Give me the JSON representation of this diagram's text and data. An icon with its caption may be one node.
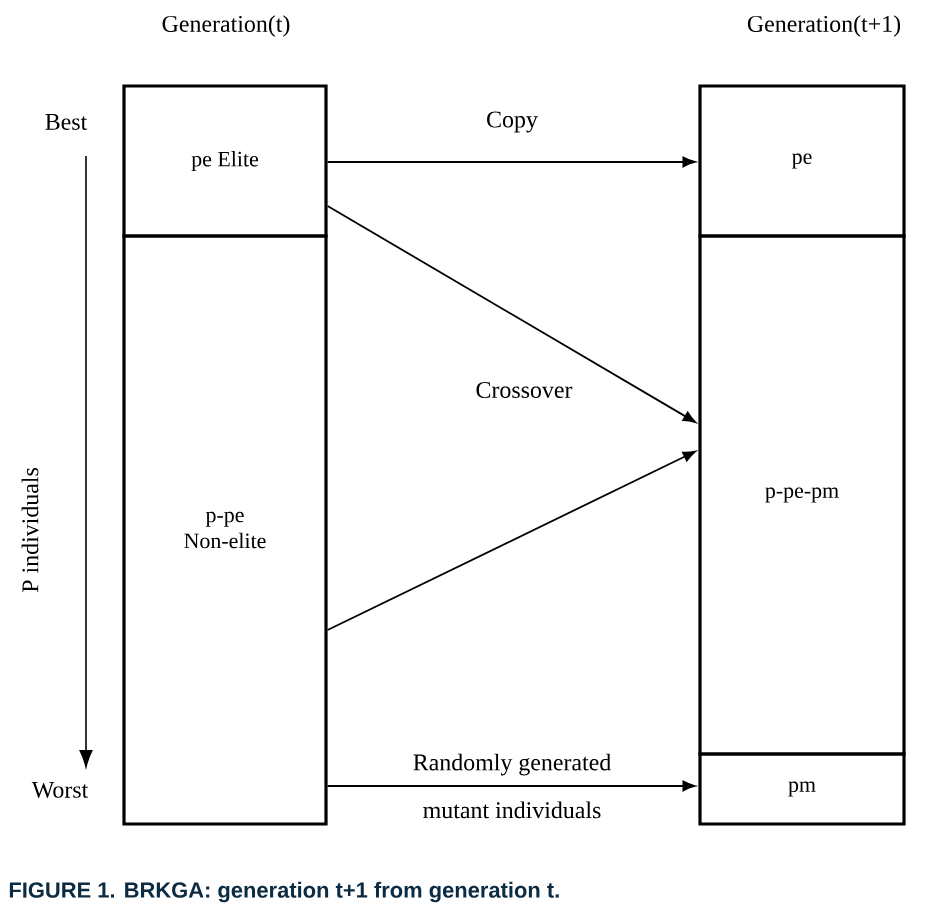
{
  "diagram": {
    "caption": "FIGURE 1. BRKGA: generation t+1 from generation t.",
    "nodes": [
      {
        "text": [
          "pe Elite"
        ]
      },
      {
        "text": [
          "p-pe Non-elite"
        ]
      },
      {
        "text": [
          "pe"
        ]
      },
      {
        "text": [
          "p-pe-pm"
        ]
      },
      {
        "text": [
          "pm"
        ]
      }
    ],
    "edges": [
      {
        "from": 0,
        "to": 2,
        "arrow": "to",
        "label": "Copy"
      },
      {
        "from": 0,
        "to": 3,
        "arrow": "to"
      },
      {
        "from": 1,
        "to": 3,
        "arrow": "to"
      },
      {
        "from": 1,
        "to": 4,
        "arrow": "to",
        "label": "Randomly generated mutant individuals"
      }
    ],
    "labels": [
      "Generation(t)",
      "Generation(t+1)",
      "Best",
      "P individuals",
      "Crossover",
      "Worst"
    ]
  }
}
